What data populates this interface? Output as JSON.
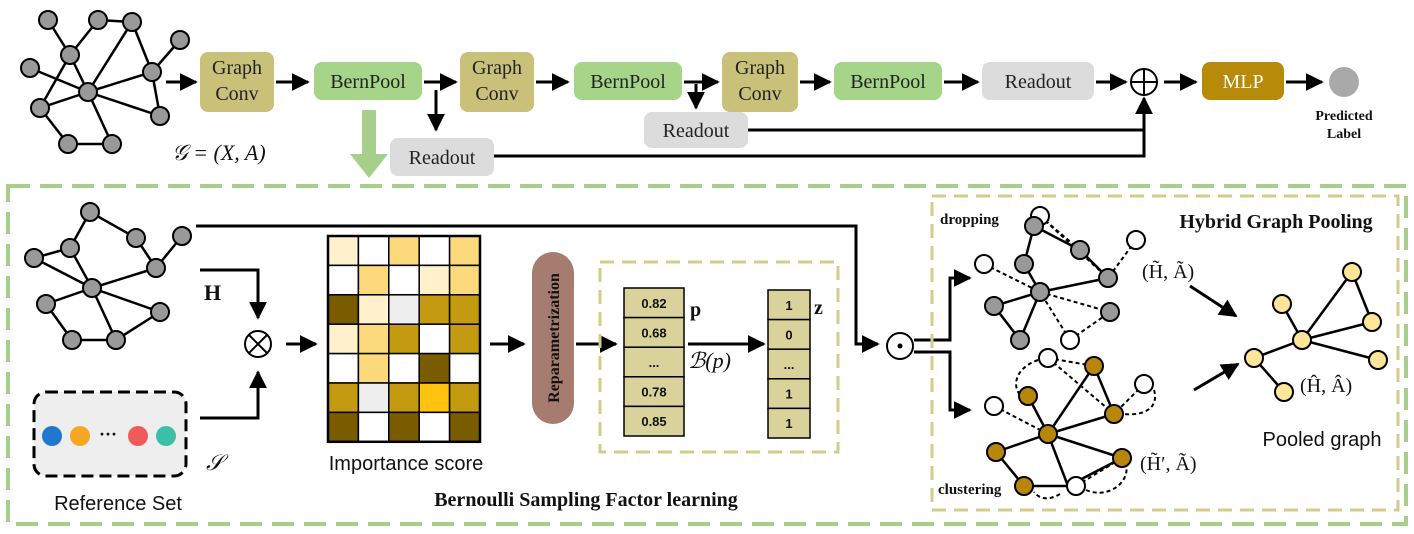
{
  "pipeline": {
    "blocks": [
      {
        "id": "graphconv1",
        "label_line1": "Graph",
        "label_line2": "Conv"
      },
      {
        "id": "bernpool1",
        "label": "BernPool"
      },
      {
        "id": "graphconv2",
        "label_line1": "Graph",
        "label_line2": "Conv"
      },
      {
        "id": "bernpool2",
        "label": "BernPool"
      },
      {
        "id": "graphconv3",
        "label_line1": "Graph",
        "label_line2": "Conv"
      },
      {
        "id": "bernpool3",
        "label": "BernPool"
      }
    ],
    "readout_final": "Readout",
    "readout_mid": "Readout",
    "readout_low": "Readout",
    "mlp": "MLP",
    "predicted_label_line1": "Predicted",
    "predicted_label_line2": "Label",
    "graph_formula": "𝒢 = (X, A)",
    "sum_symbol": "⊕"
  },
  "detail": {
    "h_label": "H",
    "s_label": "𝒮",
    "otimes": "⊗",
    "odot": "⊙",
    "reference_set_label": "Reference Set",
    "reference_ellipsis": "···",
    "importance_label": "Importance score",
    "reparam_label": "Reparametrization",
    "p_label": "p",
    "z_label": "z",
    "bernoulli_label": "ℬ(p)",
    "p_values": [
      "0.82",
      "0.68",
      "...",
      "0.78",
      "0.85"
    ],
    "z_values": [
      "1",
      "0",
      "...",
      "1",
      "1"
    ],
    "section_title": "Bernoulli Sampling Factor learning",
    "hybrid_title": "Hybrid Graph Pooling",
    "dropping_label": "dropping",
    "clustering_label": "clustering",
    "drop_pair": "(H̃, Ã)",
    "cluster_pair": "(H̃′, Ã)",
    "pooled_pair": "(Ĥ, Â)",
    "pooled_graph_label": "Pooled graph"
  },
  "colors": {
    "graphconv": "#c9c07a",
    "bernpool": "#a6d58a",
    "readout": "#dcdcdc",
    "mlp": "#b88a0a",
    "dashed_green": "#a6cf8b",
    "dashed_khaki": "#d4cc8a",
    "reparam": "#a67c70",
    "node_gray": "#999999",
    "node_gold": "#b8860b",
    "node_cream": "#fde59a",
    "p_box": "#d9d39b"
  },
  "heatmap": {
    "rows": 7,
    "cols": 5,
    "cells": [
      [
        "#fff1cc",
        "#ffffff",
        "#fcd97a",
        "#ffffff",
        "#fcd97a"
      ],
      [
        "#ffffff",
        "#fcd97a",
        "#ffffff",
        "#fff1cc",
        "#fcd97a"
      ],
      [
        "#7a5c00",
        "#fff1cc",
        "#eeeeee",
        "#c49a10",
        "#c49a10"
      ],
      [
        "#fff1cc",
        "#fcd97a",
        "#c49a10",
        "#ffffff",
        "#c49a10"
      ],
      [
        "#ffffff",
        "#fcd97a",
        "#ffffff",
        "#7a5c00",
        "#ffffff"
      ],
      [
        "#c49a10",
        "#eeeeee",
        "#c49a10",
        "#ffc20e",
        "#c49a10"
      ],
      [
        "#7a5c00",
        "#ffffff",
        "#7a5c00",
        "#ffffff",
        "#7a5c00"
      ]
    ]
  },
  "reference_dots": [
    "#1f77d0",
    "#f5a623",
    "#f05a5a",
    "#3bbfa7"
  ]
}
